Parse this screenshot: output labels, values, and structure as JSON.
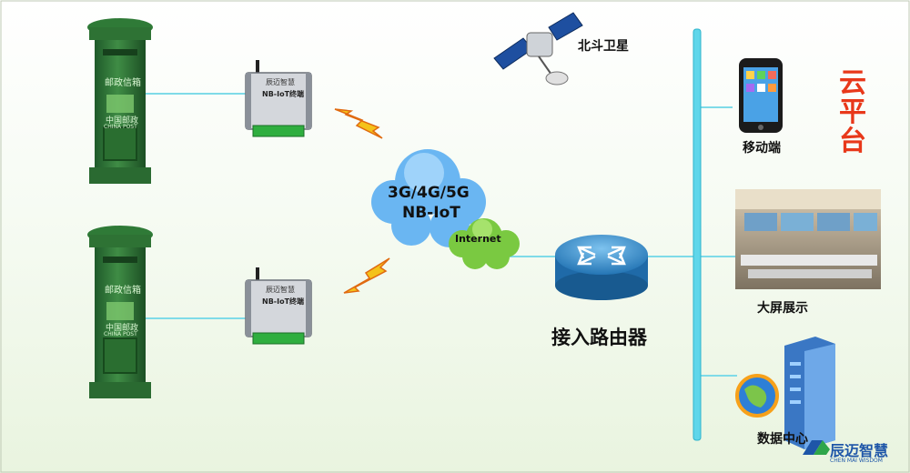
{
  "satellite": {
    "label": "北斗卫星"
  },
  "mailbox": {
    "top_text": "邮政信箱",
    "logo_text": "中国邮政",
    "logo_sub": "CHINA POST"
  },
  "dtu": {
    "brand": "辰迈智慧",
    "model": "NB-IoT终端"
  },
  "network": {
    "cloud_line1": "3G/4G/5G",
    "cloud_line2": "NB-IoT",
    "internet": "Internet"
  },
  "router": {
    "label": "接入路由器"
  },
  "cloud_platform": {
    "label": "云平台"
  },
  "endpoints": {
    "mobile": "移动端",
    "big_screen": "大屏展示",
    "data_center": "数据中心"
  },
  "logo": {
    "name": "辰迈智慧",
    "sub": "CHEN MAI WISDOM"
  }
}
